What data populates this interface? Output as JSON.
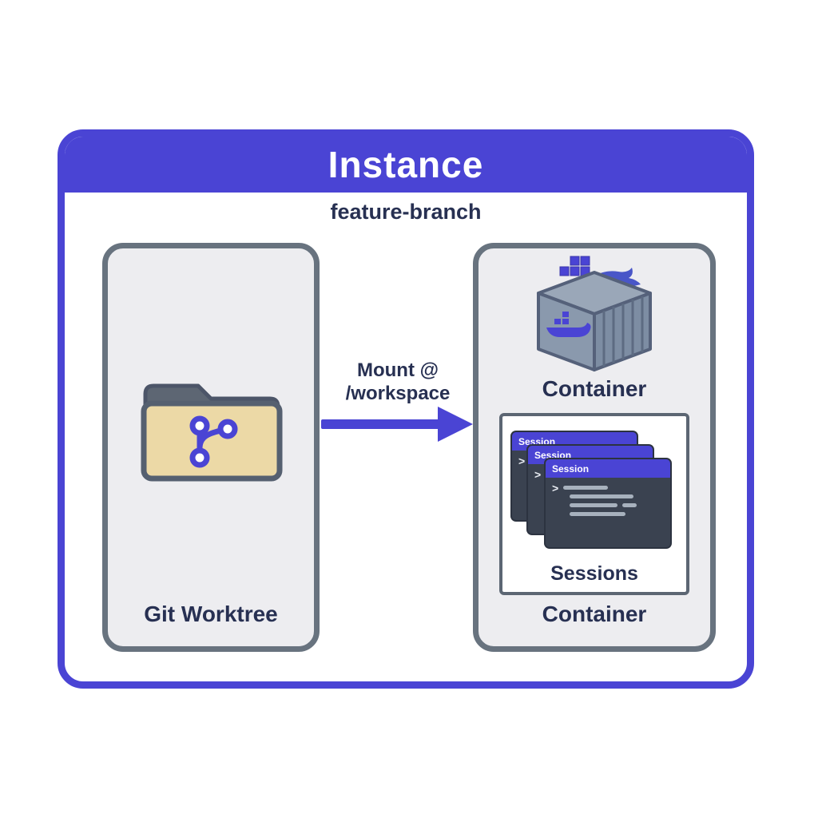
{
  "colors": {
    "accent": "#4a44d4",
    "text_dark": "#273052",
    "box_fill": "#ededf0",
    "box_border": "#68737f",
    "terminal_body": "#3a4250",
    "folder_tan": "#ecd9a6"
  },
  "icons": {
    "worktree": "git-folder-icon",
    "container": "docker-container-icon",
    "session": "terminal-window-icon",
    "prompt": "chevron-prompt-icon"
  },
  "instance": {
    "title": "Instance",
    "branch": "feature-branch"
  },
  "worktree": {
    "label": "Git Worktree"
  },
  "arrow": {
    "label_line1": "Mount @",
    "label_line2": "/workspace"
  },
  "container": {
    "icon_label": "Container",
    "bottom_label": "Container",
    "sessions": {
      "label": "Sessions",
      "windows": [
        {
          "title": "Session"
        },
        {
          "title": "Session"
        },
        {
          "title": "Session"
        }
      ]
    }
  }
}
